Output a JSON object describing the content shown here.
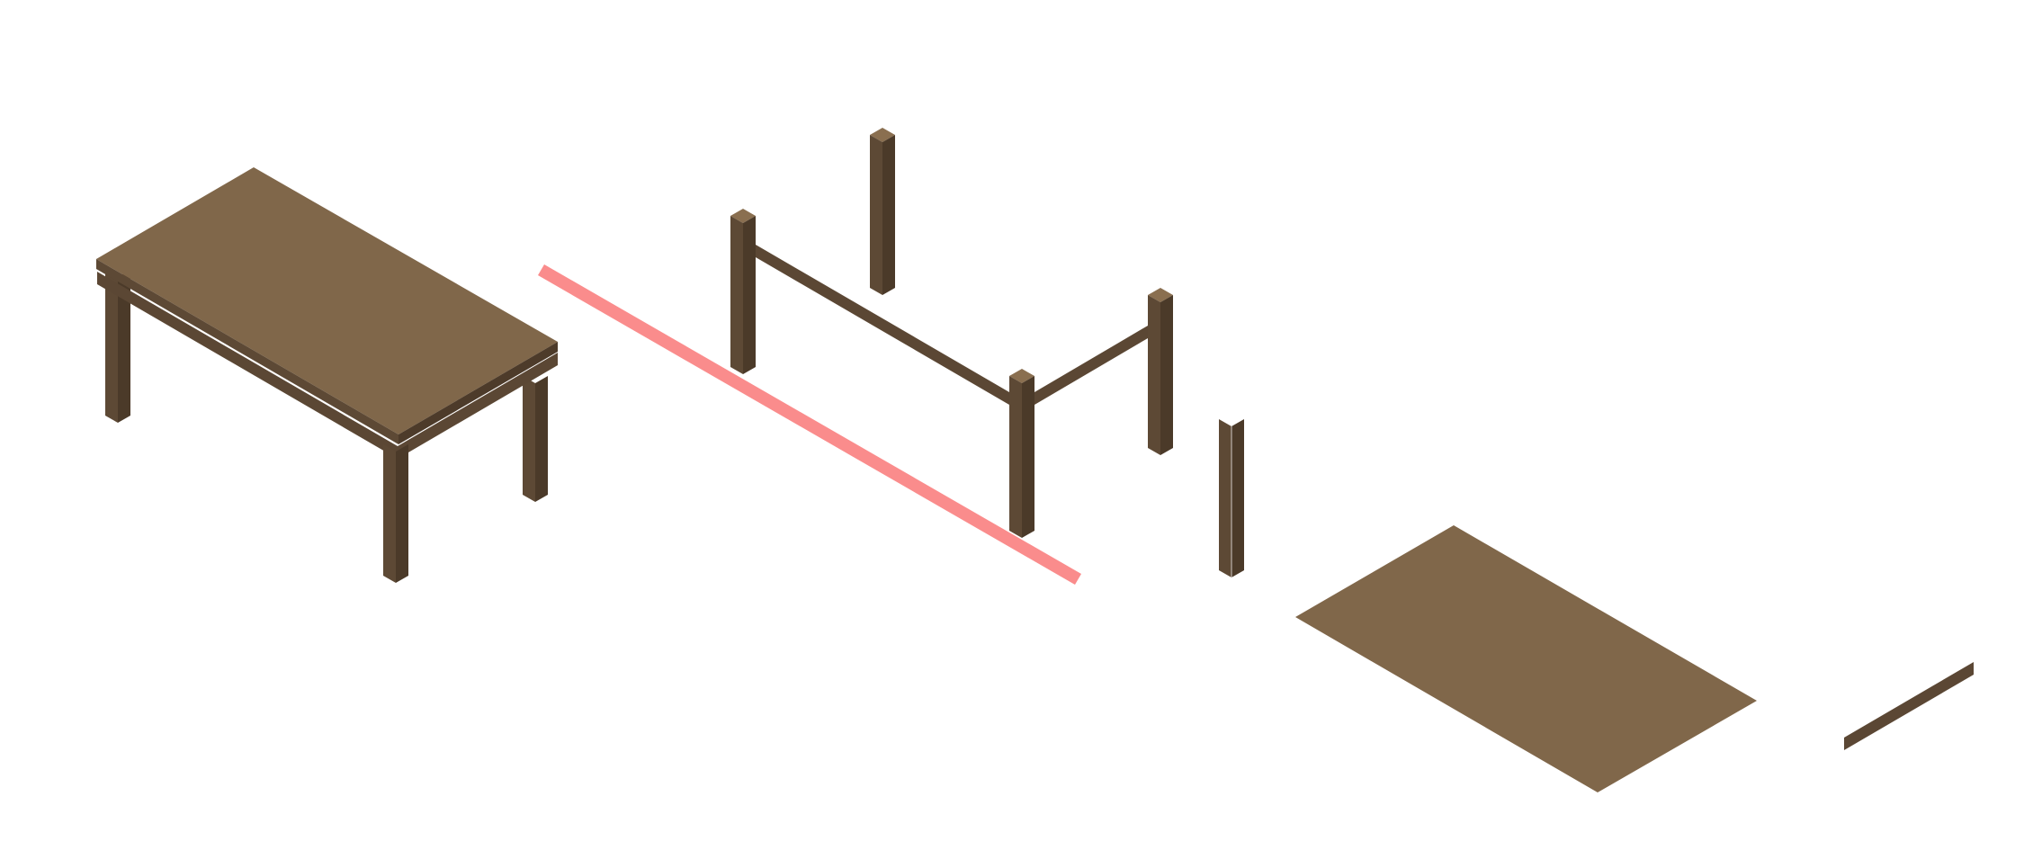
{
  "scene": {
    "description_kind": "isometric exploded assembly view",
    "colors": {
      "background": "#ffffff",
      "wood_top": "#80674a",
      "wood_dark": "#5b4734",
      "wood_darker": "#4d3b2a",
      "leg_front": "#5d4935",
      "leg_side": "#4b3a29",
      "leg_cap": "#8a6f50",
      "highlight_part": "#fa8c8c"
    },
    "parts": [
      {
        "name": "assembled-table",
        "kind": "assembled"
      },
      {
        "name": "highlighted-long-apron",
        "kind": "highlighted-rail"
      },
      {
        "name": "leg-frame-back-left-leg",
        "kind": "leg"
      },
      {
        "name": "leg-frame-back-right-leg",
        "kind": "leg"
      },
      {
        "name": "leg-frame-front-leg",
        "kind": "leg"
      },
      {
        "name": "leg-frame-right-leg",
        "kind": "leg"
      },
      {
        "name": "leg-frame-long-apron",
        "kind": "rail"
      },
      {
        "name": "leg-frame-short-apron",
        "kind": "rail"
      },
      {
        "name": "loose-leg",
        "kind": "leg"
      },
      {
        "name": "tabletop-panel",
        "kind": "panel"
      },
      {
        "name": "short-apron-rail",
        "kind": "rail"
      }
    ]
  }
}
